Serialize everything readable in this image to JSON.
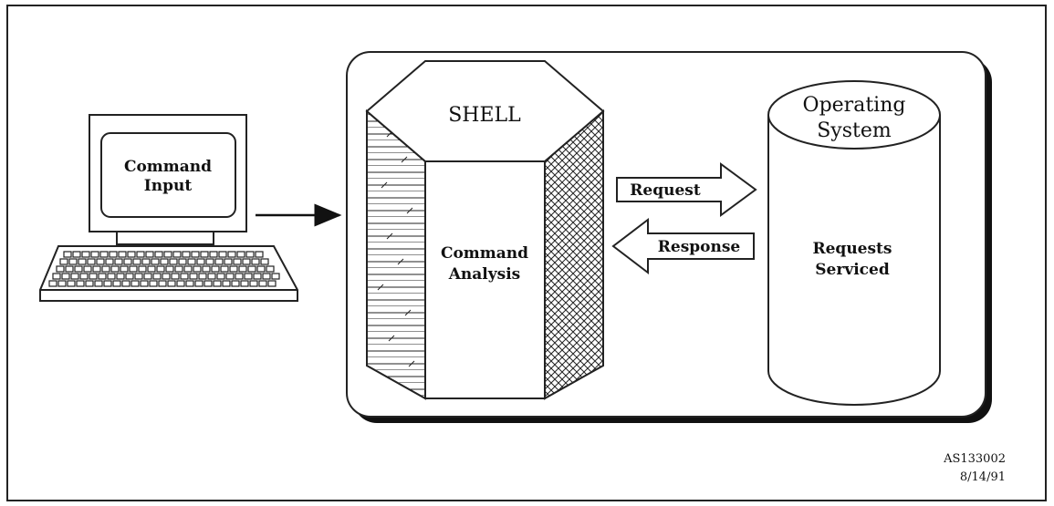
{
  "terminal": {
    "screen_line1": "Command",
    "screen_line2": "Input"
  },
  "shell": {
    "title": "SHELL",
    "body_line1": "Command",
    "body_line2": "Analysis"
  },
  "arrows": {
    "request": "Request",
    "response": "Response"
  },
  "operating_system": {
    "title_line1": "Operating",
    "title_line2": "System",
    "body_line1": "Requests",
    "body_line2": "Serviced"
  },
  "footer": {
    "id": "AS133002",
    "date": "8/14/91"
  }
}
